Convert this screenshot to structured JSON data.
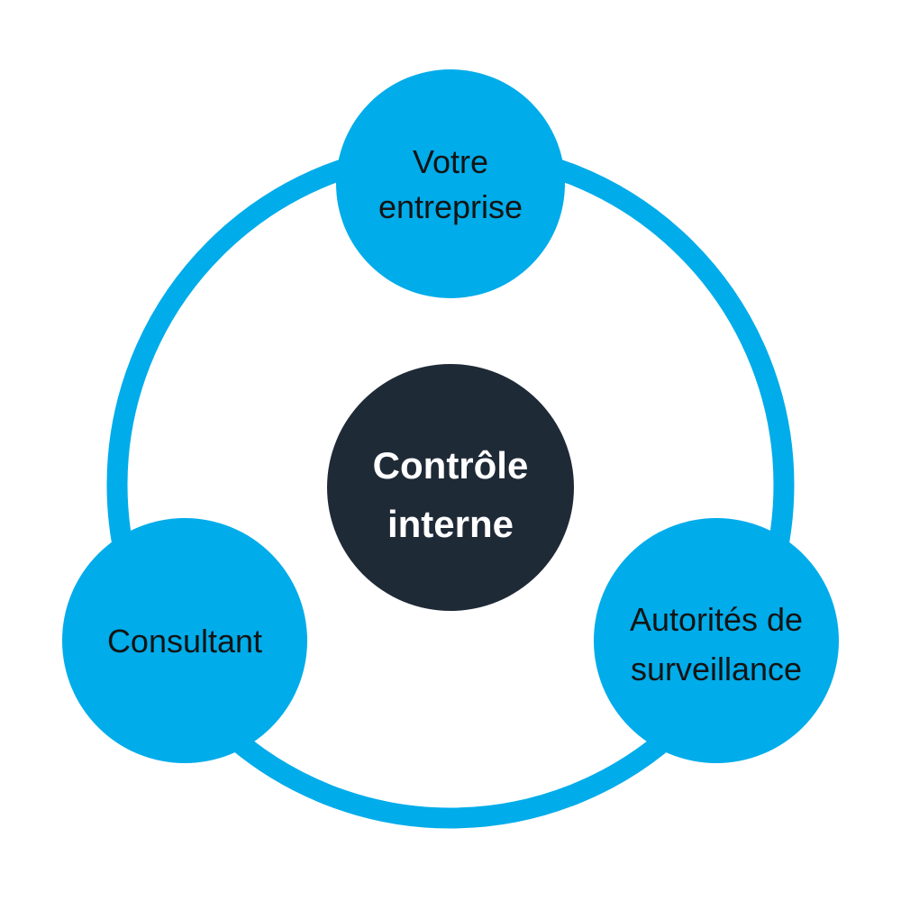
{
  "diagram": {
    "title": "Contrôle interne relationship diagram",
    "background_color": "#ffffff",
    "colors": {
      "node_blue": "#00ACEA",
      "center_navy": "#1F2A37",
      "label_dark": "#141414",
      "label_light": "#ffffff"
    },
    "ring": {
      "description": "circular connector linking the three outer nodes",
      "color": "#00ACEA"
    },
    "center_node": {
      "line1": "Contrôle",
      "line2": "interne"
    },
    "nodes": {
      "top": {
        "line1": "Votre",
        "line2": "entreprise"
      },
      "left": {
        "line1": "Consultant"
      },
      "right": {
        "line1": "Autorités de",
        "line2": "surveillance"
      }
    }
  }
}
